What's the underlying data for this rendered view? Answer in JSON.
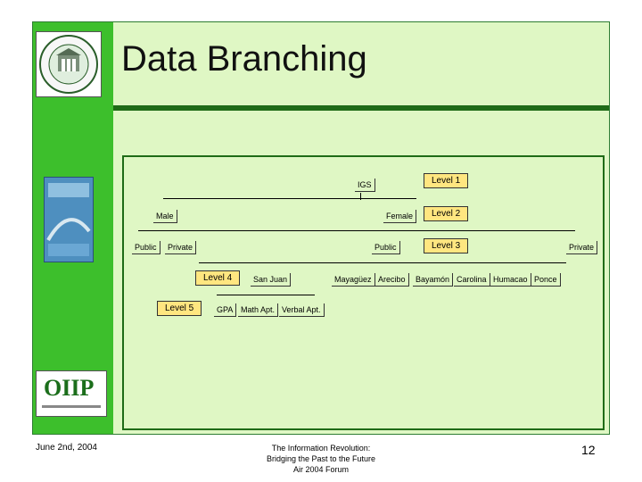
{
  "slide": {
    "title": "Data Branching",
    "date": "June 2nd, 2004",
    "footer_center": [
      "The Information Revolution:",
      "Bridging the Past to the Future",
      "Air 2004 Forum"
    ],
    "page_number": "12"
  },
  "logos": {
    "bottom_left_text": "OIIP"
  },
  "diagram": {
    "levels": [
      "Level 1",
      "Level 2",
      "Level 3",
      "Level 4",
      "Level 5"
    ],
    "root": "IGS",
    "level2": [
      "Male",
      "Female"
    ],
    "level3": [
      "Public",
      "Private",
      "Public",
      "Private"
    ],
    "level4": [
      "San Juan",
      "Mayagüez",
      "Arecibo",
      "Bayamón",
      "Carolina",
      "Humacao",
      "Ponce"
    ],
    "level5": [
      "GPA",
      "Math Apt.",
      "Verbal Apt."
    ]
  },
  "colors": {
    "sidebar_green": "#3dbf2c",
    "slide_bg": "#dff7c4",
    "level_box": "#ffe680",
    "border_dark": "#1f6b17"
  }
}
